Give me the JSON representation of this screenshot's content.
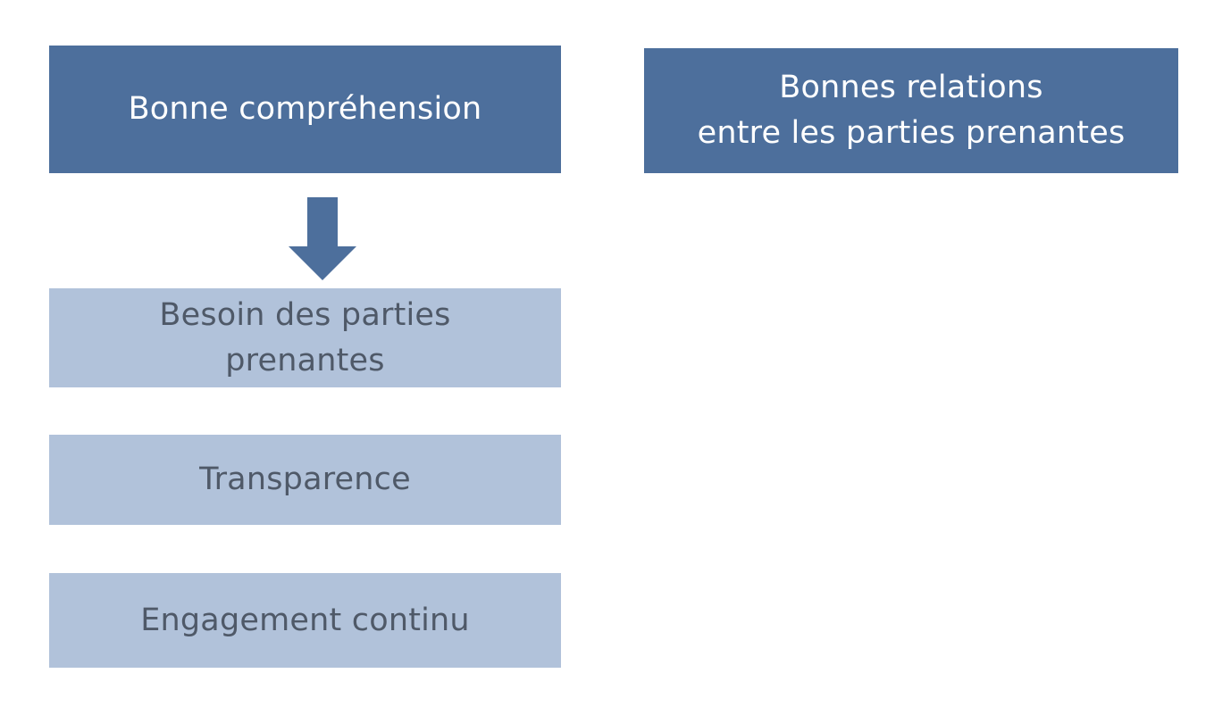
{
  "diagram": {
    "colors": {
      "primary_box": "#4d6f9c",
      "secondary_box": "#b1c2da",
      "secondary_text": "#4f5968",
      "primary_text": "#ffffff"
    },
    "top_left_box": {
      "label": "Bonne compréhension"
    },
    "top_right_box": {
      "label": "Bonnes relations\nentre les parties prenantes"
    },
    "arrow": {
      "icon": "down-arrow-icon"
    },
    "items": [
      {
        "label": "Besoin des parties\nprenantes"
      },
      {
        "label": "Transparence"
      },
      {
        "label": "Engagement continu"
      }
    ]
  }
}
